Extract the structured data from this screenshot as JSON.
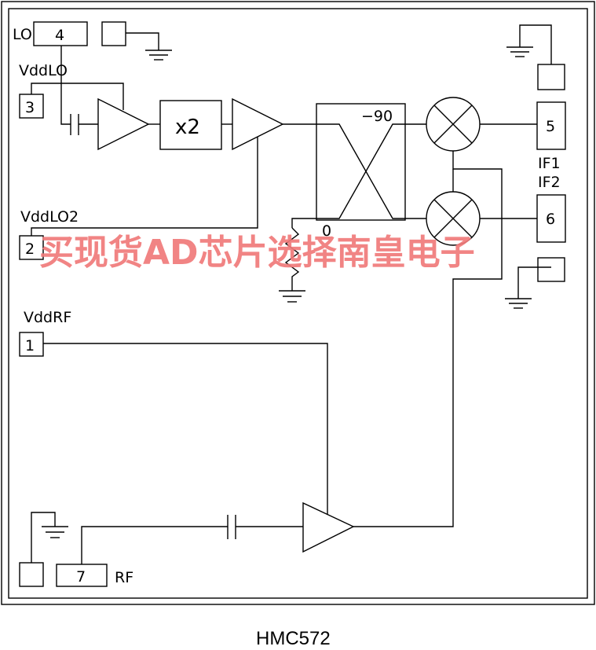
{
  "part_number": "HMC572",
  "watermark": "买现货AD芯片选择南皇电子",
  "pins": {
    "lo": {
      "number": "4",
      "label": "LO"
    },
    "vddlo": {
      "number": "3",
      "label": "VddLO"
    },
    "vddlo2": {
      "number": "2",
      "label": "VddLO2"
    },
    "vddrf": {
      "number": "1",
      "label": "VddRF"
    },
    "rf": {
      "number": "7",
      "label": "RF"
    },
    "if1": {
      "number": "5",
      "label": "IF1"
    },
    "if2": {
      "number": "6",
      "label": "IF2"
    }
  },
  "blocks": {
    "doubler": "x2",
    "hybrid_top": "−90",
    "hybrid_bottom": "0"
  }
}
